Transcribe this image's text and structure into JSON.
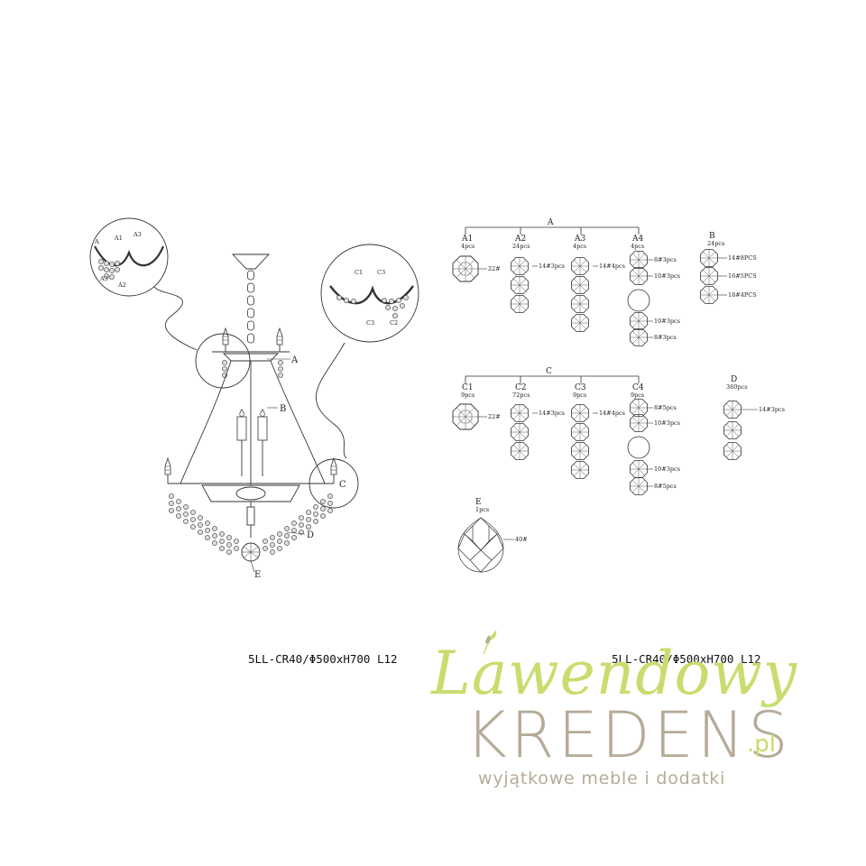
{
  "main_view": {
    "callout_a": "A",
    "callout_b": "B",
    "callout_c": "C",
    "callout_d": "D",
    "callout_e": "E",
    "detail_top_left": [
      "A",
      "A1",
      "A3",
      "A3",
      "A2"
    ],
    "detail_top_right": [
      "C1",
      "C3",
      "C3",
      "C2"
    ]
  },
  "group_a": {
    "title": "A",
    "items": [
      {
        "code": "A1",
        "qty": "4pcs",
        "notes": [
          "22#"
        ]
      },
      {
        "code": "A2",
        "qty": "24pcs",
        "notes": [
          "14#3pcs"
        ]
      },
      {
        "code": "A3",
        "qty": "4pcs",
        "notes": [
          "14#4pcs"
        ]
      },
      {
        "code": "A4",
        "qty": "4pcs",
        "notes": [
          "8#3pcs",
          "10#3pcs",
          "10#3pcs",
          "8#3pcs"
        ]
      }
    ]
  },
  "group_b": {
    "title": "B",
    "qty": "24pcs",
    "notes": [
      "14#8PCS",
      "16#5PCS",
      "18#4PCS"
    ]
  },
  "group_c": {
    "title": "C",
    "items": [
      {
        "code": "C1",
        "qty": "9pcs",
        "notes": [
          "22#"
        ]
      },
      {
        "code": "C2",
        "qty": "72pcs",
        "notes": [
          "14#3pcs"
        ]
      },
      {
        "code": "C3",
        "qty": "9pcs",
        "notes": [
          "14#4pcs"
        ]
      },
      {
        "code": "C4",
        "qty": "9pcs",
        "notes": [
          "8#5pcs",
          "10#3pcs",
          "10#3pcs",
          "8#5pcs"
        ]
      }
    ]
  },
  "group_d": {
    "title": "D",
    "qty": "360pcs",
    "notes": [
      "14#3pcs"
    ]
  },
  "group_e": {
    "title": "E",
    "qty": "1pcs",
    "notes": [
      "40#"
    ]
  },
  "model_left": "5LL-CR40/Φ500xH700 L12",
  "model_right": "5LL-CR40/Φ500xH700 L12",
  "watermark": {
    "script": "Lawendowy",
    "brand": "KREDENS",
    "suffix": ".pl",
    "tagline": "wyjątkowe meble i dodatki",
    "colors": {
      "green": "#c7dd6d",
      "taupe": "#b6ab98"
    }
  }
}
